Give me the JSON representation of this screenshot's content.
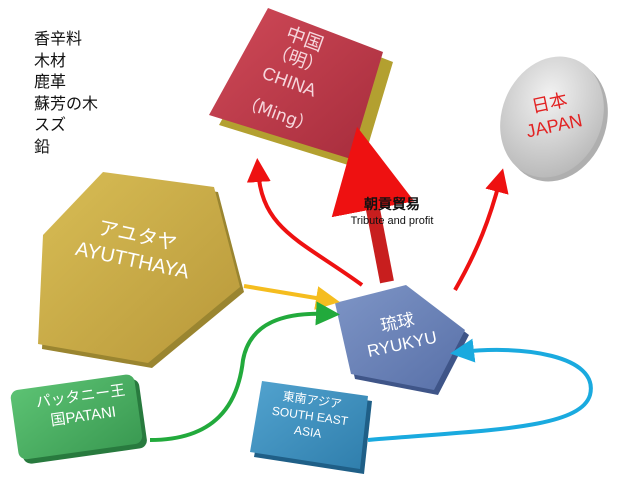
{
  "commodities": [
    "香辛料",
    "木材",
    "鹿革",
    "蘇芳の木",
    "スズ",
    "鉛"
  ],
  "china": {
    "kanji": "中国",
    "dynasty": "（明）",
    "name": "CHINA",
    "dynasty_en": "（Ming）"
  },
  "japan": {
    "kanji": "日本",
    "name": "JAPAN"
  },
  "tribute": {
    "title": "朝貢貿易",
    "subtitle": "Tribute and profit"
  },
  "ayutthaya": {
    "kana": "アユタヤ",
    "name": "AYUTTHAYA"
  },
  "ryukyu": {
    "kanji": "琉球",
    "name": "RYUKYU"
  },
  "patani": {
    "line1": "パッタニー王",
    "line2": "国PATANI"
  },
  "sea": {
    "kana": "東南アジア",
    "line1": "SOUTH EAST",
    "line2": "ASIA"
  },
  "colors": {
    "china": "#c0394a",
    "japan": "#d8d8d8",
    "ayutthaya": "#c9ad45",
    "ryukyu": "#6a82b8",
    "patani": "#4cae63",
    "sea": "#3f8fbc",
    "arrow_red": "#ee1111",
    "arrow_tribute": "#c81e1e",
    "arrow_yellow": "#f5bd1f",
    "arrow_green": "#22aa3c",
    "arrow_blue": "#1aaadf"
  }
}
